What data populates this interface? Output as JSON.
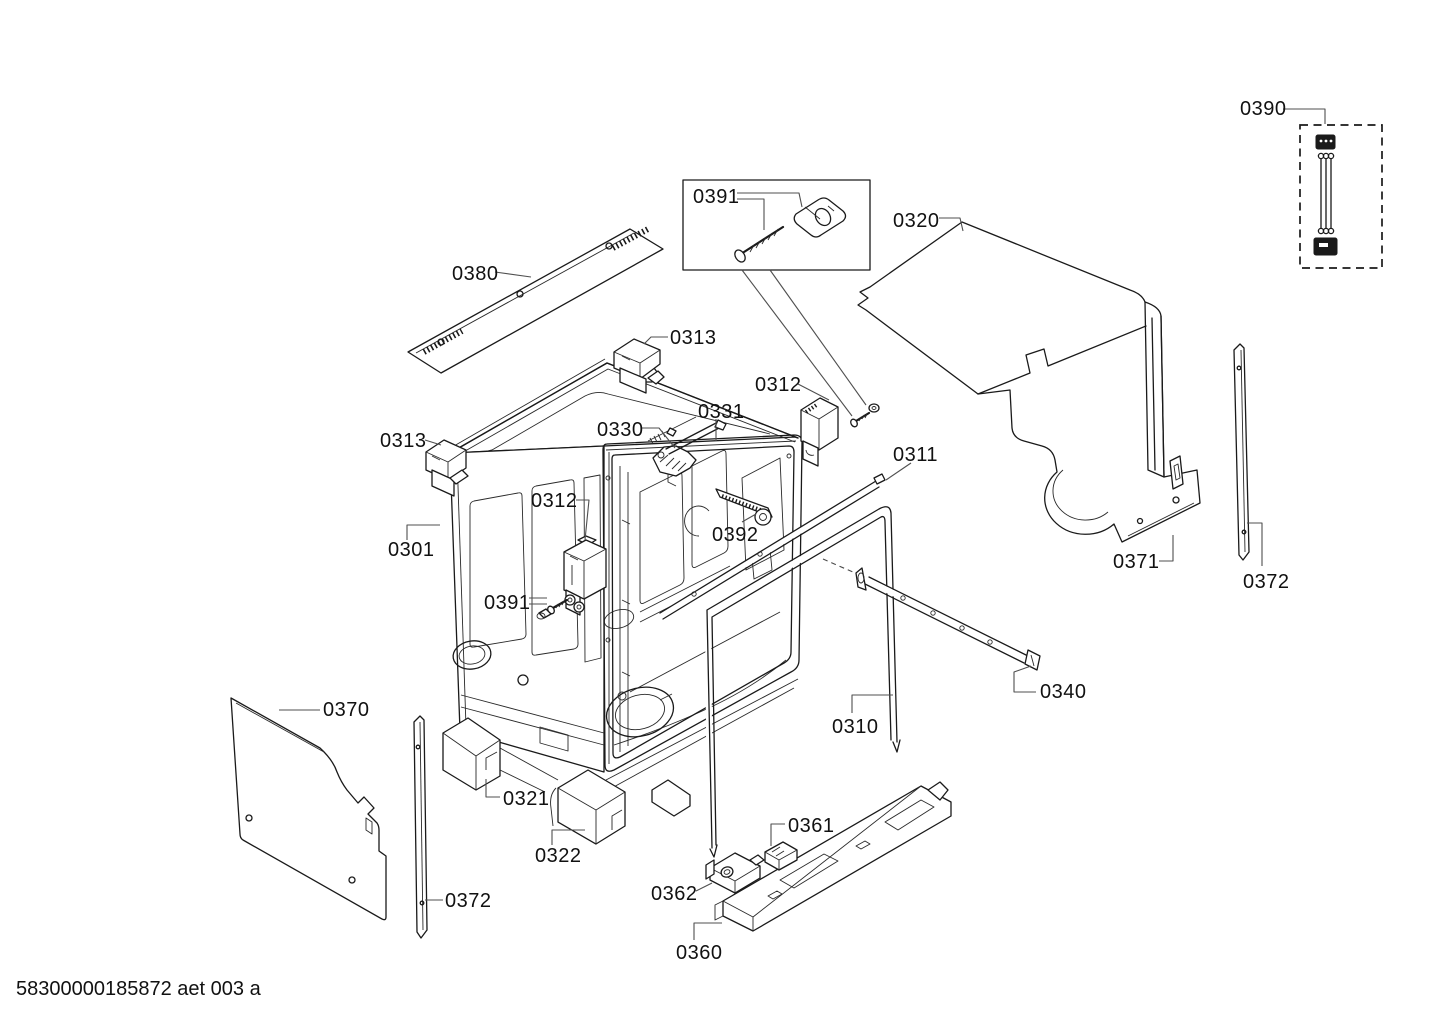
{
  "page": {
    "background_color": "#ffffff",
    "line_color": "#1a1a1a",
    "text_color": "#111111",
    "description": "Exploded-view spare parts diagram of a dishwasher tub assembly"
  },
  "footer": {
    "doc_code": "58300000185872 aet 003 a"
  },
  "callouts": {
    "k0301": {
      "text": "0301"
    },
    "k0310": {
      "text": "0310"
    },
    "k0311": {
      "text": "0311"
    },
    "k0312_top": {
      "text": "0312"
    },
    "k0312_left": {
      "text": "0312"
    },
    "k0313_top": {
      "text": "0313"
    },
    "k0313_left": {
      "text": "0313"
    },
    "k0320": {
      "text": "0320"
    },
    "k0321": {
      "text": "0321"
    },
    "k0322": {
      "text": "0322"
    },
    "k0330": {
      "text": "0330"
    },
    "k0331": {
      "text": "0331"
    },
    "k0340": {
      "text": "0340"
    },
    "k0360": {
      "text": "0360"
    },
    "k0361": {
      "text": "0361"
    },
    "k0362": {
      "text": "0362"
    },
    "k0370": {
      "text": "0370"
    },
    "k0371": {
      "text": "0371"
    },
    "k0372_right": {
      "text": "0372"
    },
    "k0372_left": {
      "text": "0372"
    },
    "k0380": {
      "text": "0380"
    },
    "k0390": {
      "text": "0390"
    },
    "k0391_box": {
      "text": "0391"
    },
    "k0391_left": {
      "text": "0391"
    },
    "k0392": {
      "text": "0392"
    }
  }
}
